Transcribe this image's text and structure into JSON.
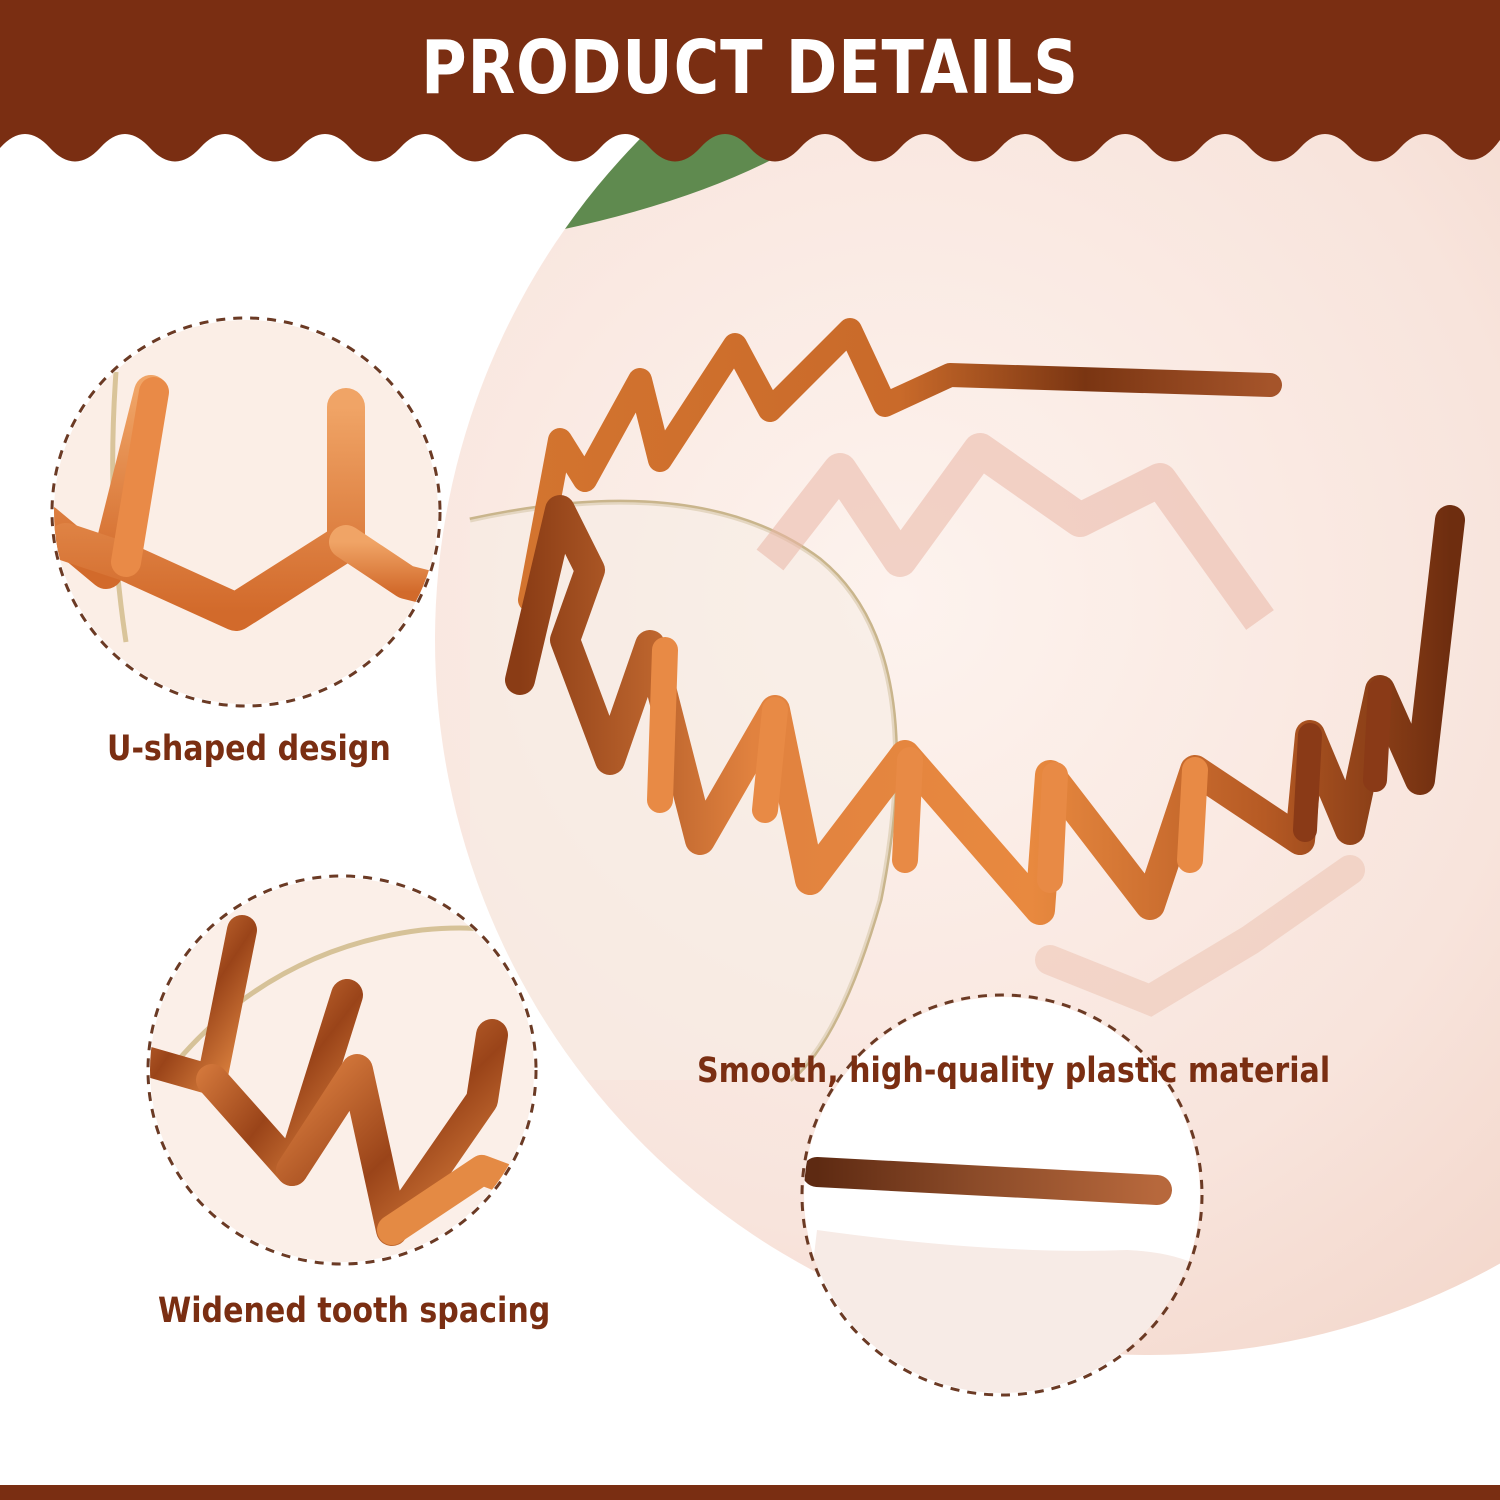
{
  "header": {
    "title": "PRODUCT DETAILS"
  },
  "features": [
    {
      "label": "U-shaped design"
    },
    {
      "label": "Widened tooth spacing"
    },
    {
      "label": "Smooth, high-quality plastic material"
    }
  ],
  "colors": {
    "brand": "#7a2e12",
    "background": "#ffffff",
    "photo_background": "#f8e6df",
    "headband_light": "#e6823d",
    "headband_dark": "#7a3512"
  },
  "icons": {
    "main_photo": "zigzag-headband-photo",
    "detail_1": "u-shaped-teeth-closeup",
    "detail_2": "tooth-spacing-closeup",
    "detail_3": "headband-end-closeup"
  }
}
